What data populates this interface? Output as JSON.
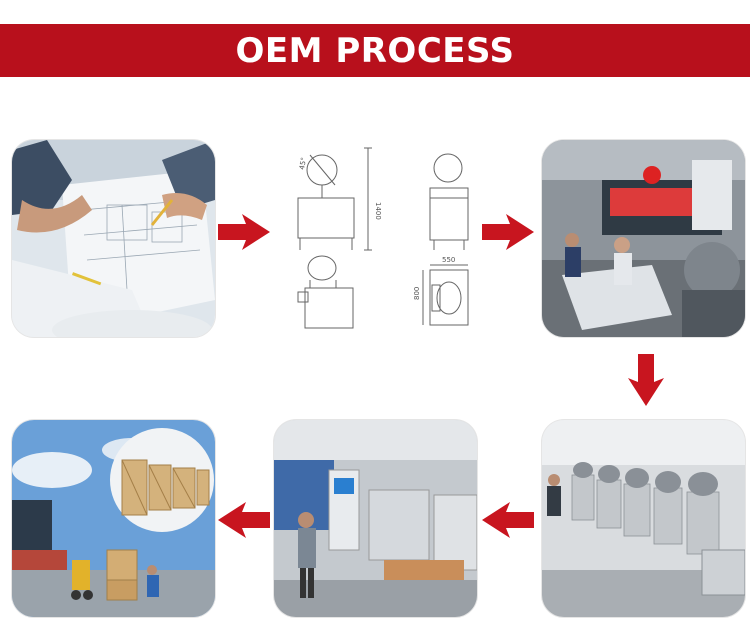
{
  "banner": {
    "title": "OEM PROCESS"
  },
  "colors": {
    "brand_red": "#b8101c",
    "arrow_red": "#c8151f"
  },
  "drawings": {
    "dim_height": "1400",
    "dim_width": "550",
    "dim_depth": "800",
    "dim_angle": "45°"
  },
  "steps": [
    {
      "icon": "blueprint-planning-photo"
    },
    {
      "icon": "technical-drawing-diagram"
    },
    {
      "icon": "sheet-metal-fabrication-photo"
    },
    {
      "icon": "assembly-line-photo"
    },
    {
      "icon": "quality-testing-photo"
    },
    {
      "icon": "shipping-crates-photo"
    }
  ]
}
